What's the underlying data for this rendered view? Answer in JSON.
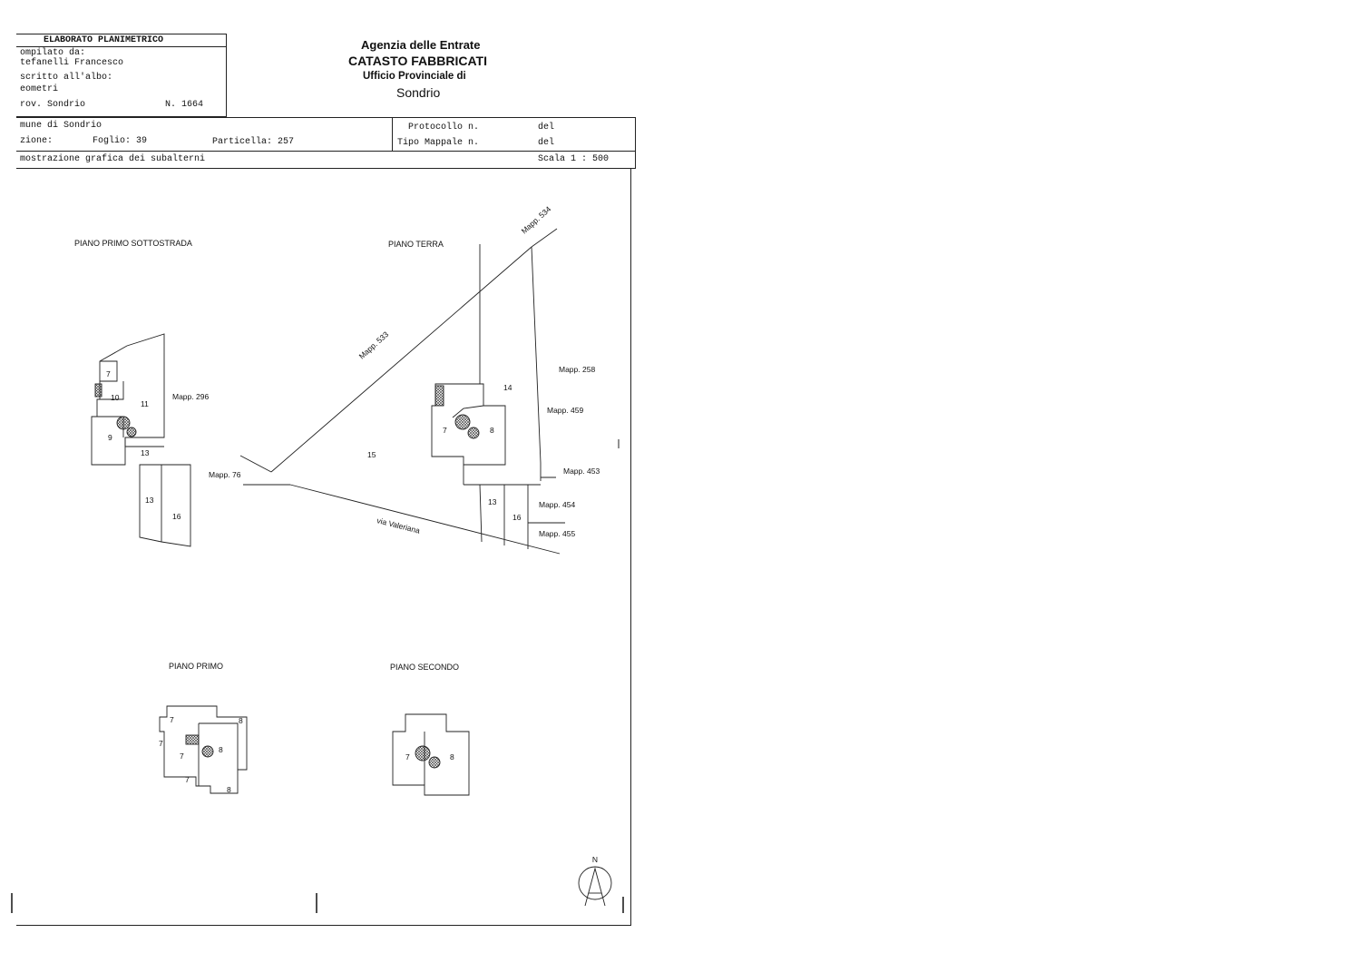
{
  "header": {
    "elaborato_title": "ELABORATO PLANIMETRICO",
    "compilato_label": "ompilato da:",
    "compilato_name": "tefanelli Francesco",
    "iscritto_label": "scritto all'albo:",
    "albo": "eometri",
    "prov_label": "rov. Sondrio",
    "numero_label": "N. 1664"
  },
  "agency": {
    "line1": "Agenzia delle Entrate",
    "line2": "CATASTO FABBRICATI",
    "line3": "Ufficio Provinciale di",
    "line4": "Sondrio"
  },
  "info": {
    "comune": "mune di Sondrio",
    "sezione_label": "zione:",
    "foglio": "Foglio: 39",
    "particella": "Particella: 257",
    "protocollo_label": "Protocollo n.",
    "protocollo_del": "del",
    "tipo_mappale_label": "Tipo Mappale n.",
    "tipo_mappale_del": "del",
    "dimostrazione": "mostrazione grafica dei subalterni",
    "scala": "Scala 1 : 500"
  },
  "floors": {
    "primo_sottostrada": "PIANO PRIMO SOTTOSTRADA",
    "terra": "PIANO TERRA",
    "primo": "PIANO PRIMO",
    "secondo": "PIANO SECONDO"
  },
  "labels": {
    "mapp_296": "Mapp. 296",
    "mapp_534": "Mapp. 534",
    "mapp_533": "Mapp. 533",
    "mapp_258": "Mapp. 258",
    "mapp_459": "Mapp. 459",
    "mapp_453": "Mapp. 453",
    "mapp_454": "Mapp. 454",
    "mapp_455": "Mapp. 455",
    "mapp_76": "Mapp. 76",
    "via": "via Valeriana",
    "north": "N"
  },
  "subalterni": {
    "s7": "7",
    "s8": "8",
    "s9": "9",
    "s10": "10",
    "s11": "11",
    "s13": "13",
    "s14": "14",
    "s15": "15",
    "s16": "16"
  }
}
